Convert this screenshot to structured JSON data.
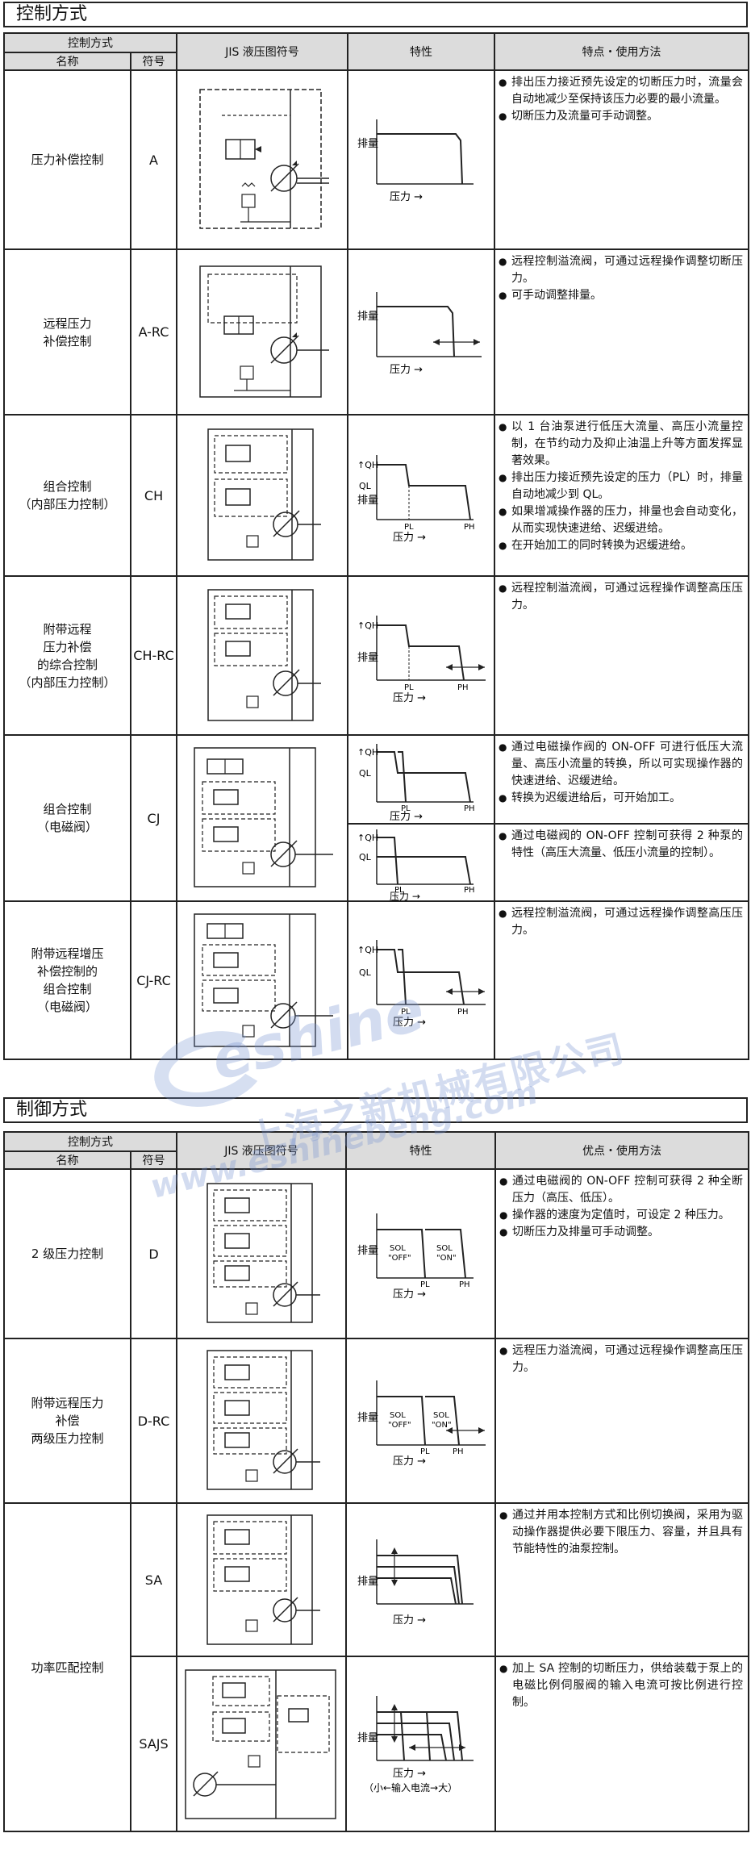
{
  "section1": {
    "title": "控制方式",
    "headers": {
      "control": "控制方式",
      "name": "名称",
      "code": "符号",
      "symbol": "JIS 液压图符号",
      "characteristic": "特性",
      "features": "特点・使用方法"
    },
    "rows": [
      {
        "name": [
          "压力补偿控制"
        ],
        "code": "A",
        "features": [
          "排出压力接近预先设定的切断压力时，流量会自动地减少至保持该压力必要的最小流量。",
          "切断压力及流量可手动调整。"
        ]
      },
      {
        "name": [
          "远程压力",
          "补偿控制"
        ],
        "code": "A-RC",
        "features": [
          "远程控制溢流阀，可通过远程操作调整切断压力。",
          "可手动调整排量。"
        ]
      },
      {
        "name": [
          "组合控制",
          "（内部压力控制）"
        ],
        "code": "CH",
        "features": [
          "以 1 台油泵进行低压大流量、高压小流量控制，在节约动力及抑止油温上升等方面发挥显著效果。",
          "排出压力接近预先设定的压力（PL）时，排量自动地减少到 QL。",
          "如果增减操作器的压力，排量也会自动变化，从而实现快速进给、迟缓进给。",
          "在开始加工的同时转换为迟缓进给。"
        ]
      },
      {
        "name": [
          "附带远程",
          "压力补偿",
          "的综合控制",
          "（内部压力控制）"
        ],
        "code": "CH-RC",
        "features": [
          "远程控制溢流阀，可通过远程操作调整高压压力。"
        ]
      },
      {
        "name": [
          "组合控制",
          "（电磁阀）"
        ],
        "code": "CJ",
        "features": [
          "通过电磁操作阀的 ON-OFF 可进行低压大流量、高压小流量的转换，所以可实现操作器的快速进给、迟缓进给。",
          "转换为迟缓进给后，可开始加工。"
        ],
        "features2": [
          "通过电磁阀的 ON-OFF 控制可获得 2 种泵的特性（高压大流量、低压小流量的控制）。"
        ]
      },
      {
        "name": [
          "附带远程增压",
          "补偿控制的",
          "组合控制",
          "（电磁阀）"
        ],
        "code": "CJ-RC",
        "features": [
          "远程控制溢流阀，可通过远程操作调整高压压力。"
        ]
      }
    ]
  },
  "section2": {
    "title": "制御方式",
    "headers": {
      "control": "控制方式",
      "name": "名称",
      "code": "符号",
      "symbol": "JIS 液压图符号",
      "characteristic": "特性",
      "features": "优点・使用方法"
    },
    "rows": [
      {
        "name": [
          "2 级压力控制"
        ],
        "code": "D",
        "features": [
          "通过电磁阀的 ON-OFF 控制可获得 2 种全断压力（高压、低压）。",
          "操作器的速度为定值时，可设定 2 种压力。",
          "切断压力及排量可手动调整。"
        ]
      },
      {
        "name": [
          "附带远程压力",
          "补偿",
          "两级压力控制"
        ],
        "code": "D-RC",
        "features": [
          "远程压力溢流阀，可通过远程操作调整高压压力。"
        ]
      },
      {
        "name": [
          "功率匹配控制"
        ],
        "code": "SA",
        "code2": "SAJS",
        "features": [
          "通过并用本控制方式和比例切换阀，采用为驱动操作器提供必要下限压力、容量，并且具有节能特性的油泵控制。"
        ],
        "features2": [
          "加上 SA 控制的切断压力，供给装载于泵上的电磁比例伺服阀的输入电流可按比例进行控制。"
        ]
      }
    ]
  },
  "graph_labels": {
    "flow_y": "排量",
    "arrow_up": "↑",
    "pressure_x": "压力 →",
    "qh": "QH",
    "ql": "QL",
    "pl": "PL",
    "ph": "PH",
    "sol_off": "SOL\n\"OFF\"",
    "sol_off1": "SOL",
    "sol_off2": "\"OFF\"",
    "sol_on2": "\"ON\"",
    "sajs_x": "（小←输入电流→大）"
  },
  "watermark": {
    "brand": "eshine",
    "company": "上海之新机械有限公司",
    "url": "www.eshinebeng.com"
  }
}
